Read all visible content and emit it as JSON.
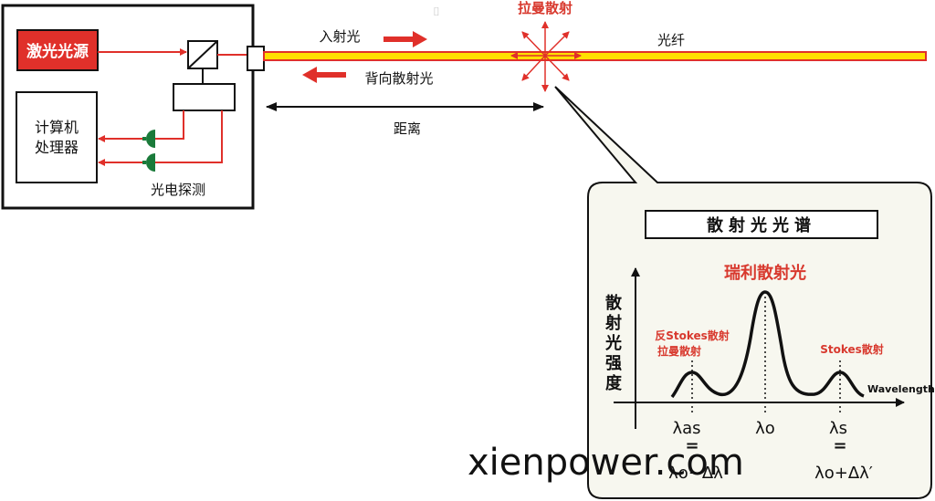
{
  "labels": {
    "laser_source": "激光光源",
    "computer_line1": "计算机",
    "computer_line2": "处理器",
    "photo_detect": "光电探测",
    "incident_light": "入射光",
    "backscatter_light": "背向散射光",
    "raman_scatter": "拉曼散射",
    "fiber": "光纤",
    "distance": "距离",
    "watermark": "xienpower.com"
  },
  "spectrum": {
    "title": "散射光光谱",
    "rayleigh": "瑞利散射光",
    "y_axis": [
      "散",
      "射",
      "光",
      "强",
      "度"
    ],
    "anti_stokes_line1": "反Stokes散射",
    "anti_stokes_line2": "拉曼散射",
    "stokes": "Stokes散射",
    "x_axis": "Wavelength",
    "lambda_as": "λas",
    "lambda_o": "λo",
    "lambda_s": "λs",
    "eq_sign": "=",
    "formula_as": "λo−Δλ",
    "formula_s": "λo+Δλ′"
  },
  "colors": {
    "red": "#e0302a",
    "title_red": "#d8392e",
    "fiber_yellow": "#ffdf00",
    "green": "#1a7a3a",
    "callout_bg": "#f7f7ef"
  }
}
